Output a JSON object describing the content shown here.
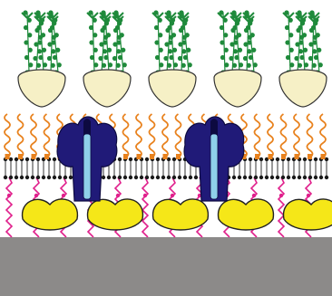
{
  "colors": {
    "background": "#ffffff",
    "substrate": "#8c8a89",
    "glycan_chain": "#1f8a3b",
    "glycan_head": "#f6f0c6",
    "head_stroke": "#333333",
    "lipid_tail": "#e8821e",
    "membrane_head": "#1a1a1a",
    "membrane_tail": "#333333",
    "protein_body": "#201a78",
    "protein_channel": "#8fd0ea",
    "tether": "#e0208c",
    "cushion_blob": "#f5e718"
  },
  "elements": {
    "glycan_units": 5,
    "lipid_tails": 25,
    "membrane_proteins": 2,
    "cushion_blobs": 5,
    "tethers": 12
  }
}
